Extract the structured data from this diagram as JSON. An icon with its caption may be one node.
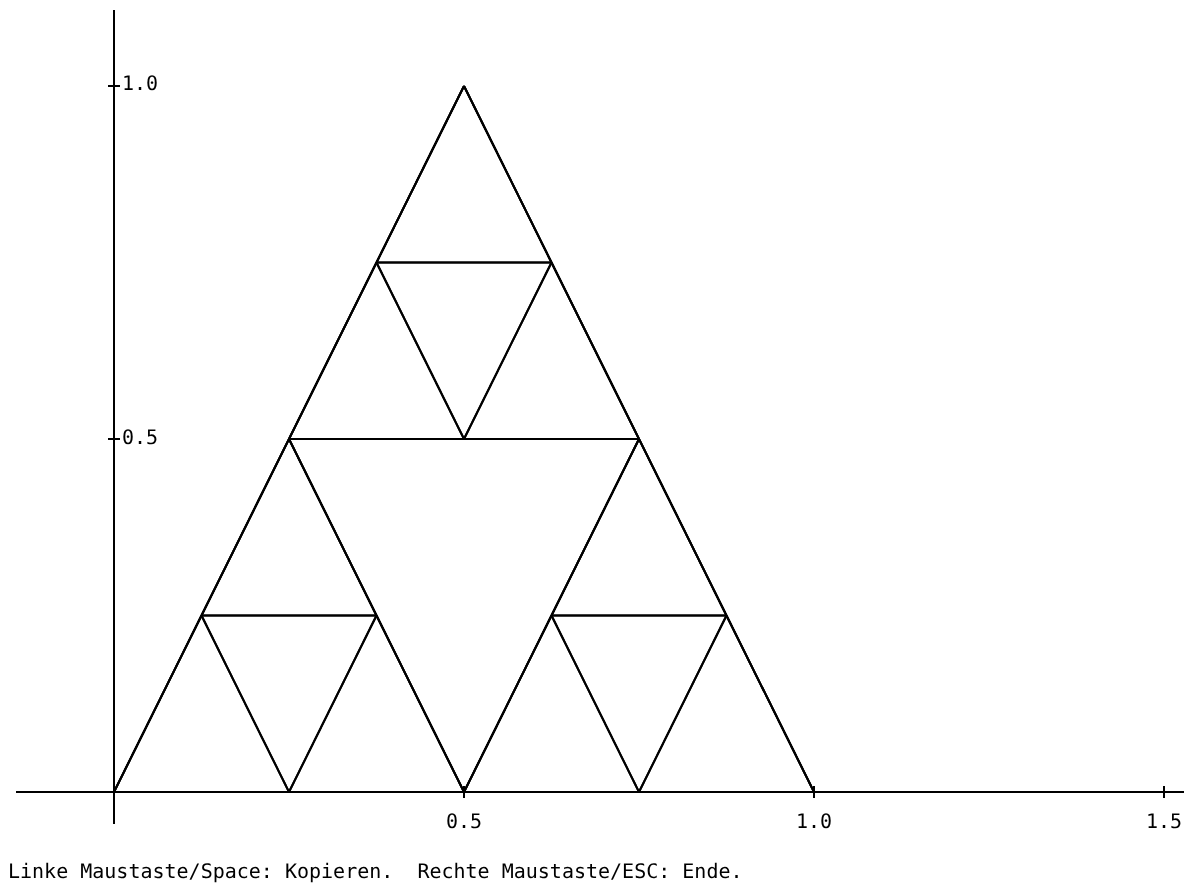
{
  "diagram": {
    "labels": [
      "1.0",
      "0.5",
      "0.5",
      "1.0",
      "1.5",
      "Linke Maustaste/Space: Kopieren.  Rechte Maustaste/ESC: Ende."
    ]
  }
}
